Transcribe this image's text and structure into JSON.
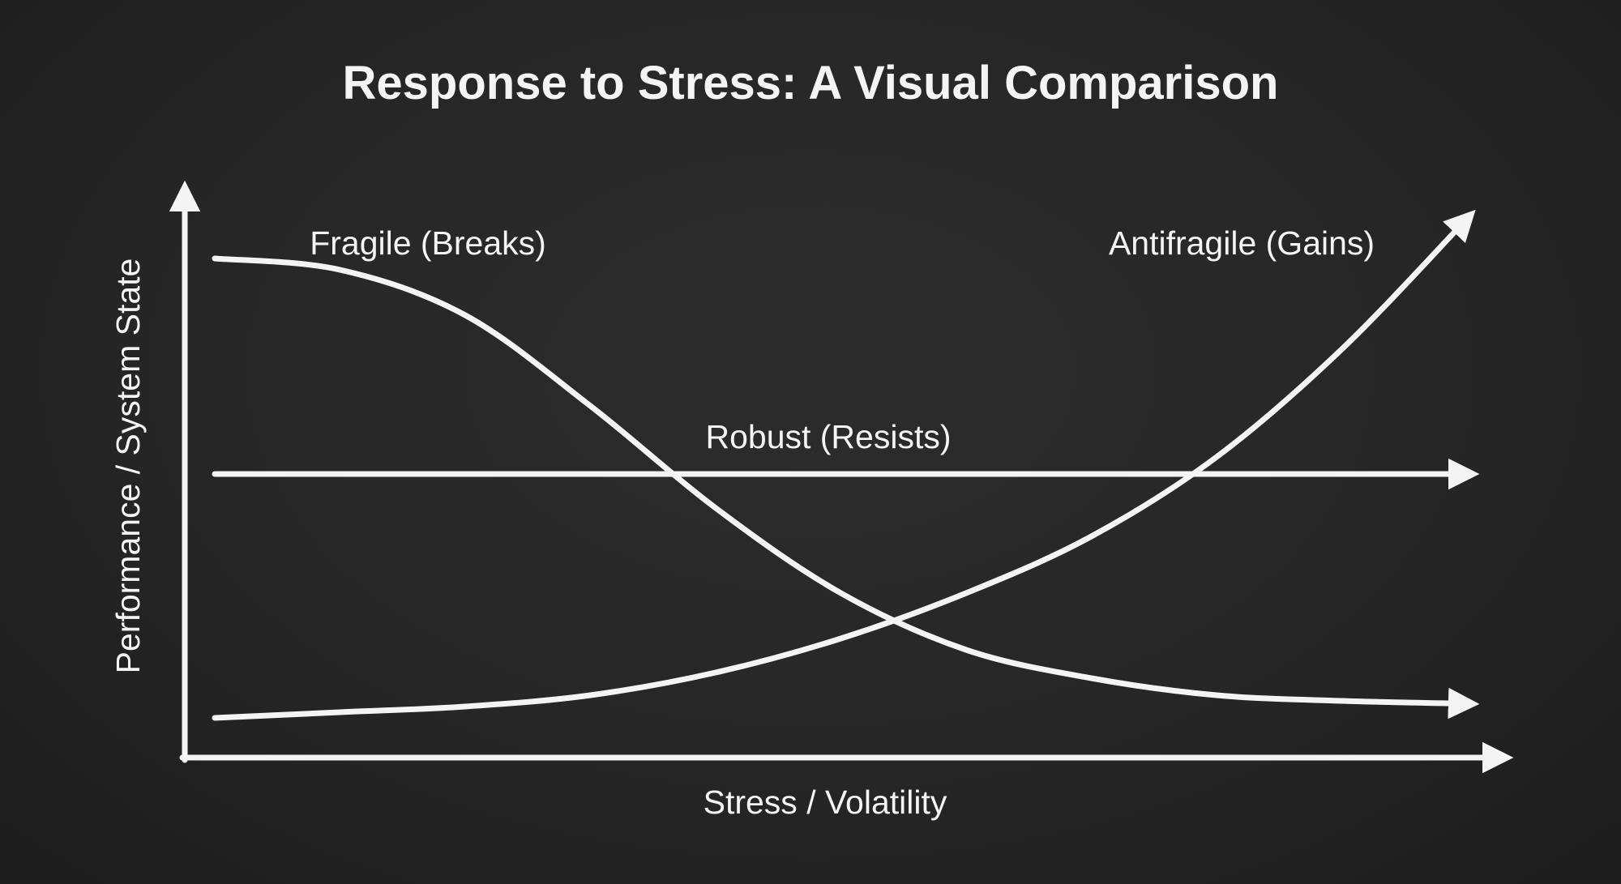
{
  "colors": {
    "background": "#262626",
    "line": "#f4f4f4",
    "text": "#f4f4f4"
  },
  "chart_data": {
    "type": "line",
    "title": "Response to Stress: A Visual Comparison",
    "xlabel": "Stress / Volatility",
    "ylabel": "Performance / System State",
    "x": [
      0,
      1,
      2,
      3,
      4,
      5,
      6,
      7,
      8,
      9,
      10
    ],
    "xlim": [
      0,
      10
    ],
    "ylim": [
      0,
      10
    ],
    "grid": false,
    "legend_position": "inline-annotations",
    "axes_style": "arrows",
    "series": [
      {
        "name": "Fragile (Breaks)",
        "shape": "sigmoid-decreasing",
        "end_marker": "arrow",
        "values": [
          8.8,
          8.6,
          7.8,
          6.2,
          4.4,
          2.9,
          1.9,
          1.4,
          1.1,
          1.0,
          0.95
        ]
      },
      {
        "name": "Robust (Resists)",
        "shape": "constant",
        "end_marker": "arrow",
        "values": [
          5,
          5,
          5,
          5,
          5,
          5,
          5,
          5,
          5,
          5,
          5
        ]
      },
      {
        "name": "Antifragile (Gains)",
        "shape": "exponential-increasing",
        "end_marker": "arrow",
        "values": [
          0.7,
          0.8,
          0.9,
          1.1,
          1.5,
          2.1,
          2.9,
          3.9,
          5.3,
          7.2,
          9.5
        ]
      }
    ]
  }
}
